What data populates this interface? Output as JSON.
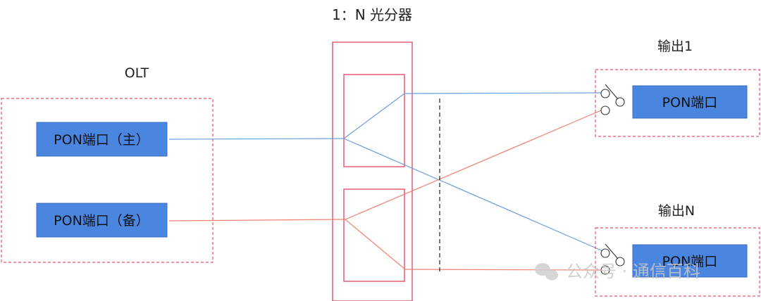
{
  "title": "1：N 光分器",
  "olt": {
    "label": "OLT",
    "primary_port": "PON端口（主）",
    "backup_port": "PON端口（备）"
  },
  "outputs": [
    {
      "label": "输出1",
      "port": "PON端口"
    },
    {
      "label": "输出N",
      "port": "PON端口"
    }
  ],
  "watermark": "公众号 · 通信百科",
  "colors": {
    "dashed_border": "#e8506e",
    "splitter_border": "#e0506a",
    "port_fill": "#4a86e0",
    "port_border": "#3a6fc0",
    "primary_line": "#6a9fe0",
    "backup_line": "#f08070",
    "divider": "#222222"
  }
}
